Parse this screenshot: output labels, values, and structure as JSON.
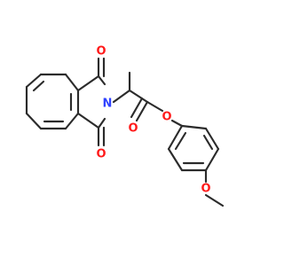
{
  "colors": {
    "bond": "#2b2b2b",
    "oxygen": "#ff1a1a",
    "nitrogen": "#2f42ff",
    "background": "#ffffff"
  },
  "atoms": {
    "o1": "O",
    "o2": "O",
    "n": "N",
    "o_carbonyl": "O",
    "o_ester": "O",
    "o_methoxy": "O"
  }
}
